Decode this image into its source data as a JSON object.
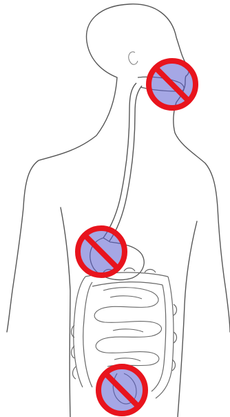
{
  "figure": {
    "subject": "human-digestive-system",
    "line_color": "#555555",
    "fill_color": "#ffffff",
    "markers": [
      {
        "id": "mouth",
        "icon": "prohibition-sign-icon",
        "ring_color": "#e8141d",
        "inner_color": "#5b5fcf"
      },
      {
        "id": "stomach",
        "icon": "prohibition-sign-icon",
        "ring_color": "#e8141d",
        "inner_color": "#5b5fcf"
      },
      {
        "id": "rectum",
        "icon": "prohibition-sign-icon",
        "ring_color": "#e8141d",
        "inner_color": "#5b5fcf"
      }
    ]
  }
}
